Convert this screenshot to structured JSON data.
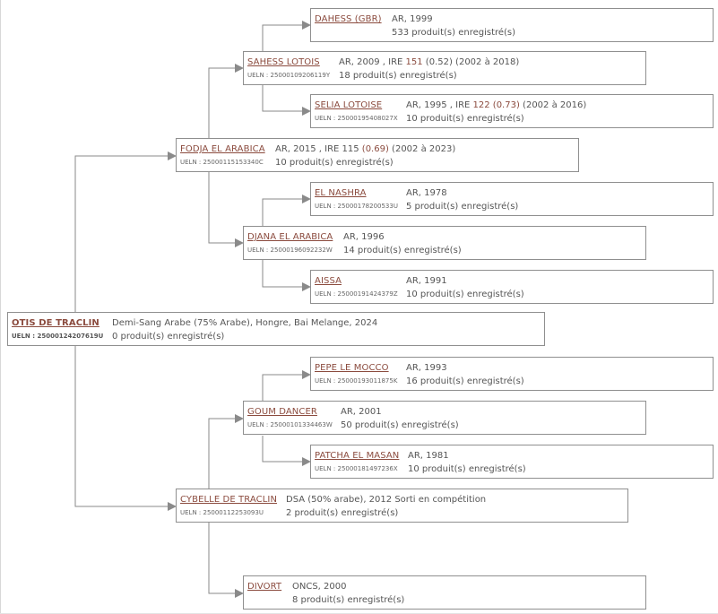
{
  "root": {
    "name": "OTIS DE TRACLIN",
    "ueln": "UELN : 25000124207619U",
    "info": "Demi-Sang Arabe (75% Arabe), Hongre, Bai Melange, 2024",
    "products": "0 produit(s) enregistré(s)"
  },
  "sire": {
    "name": "FODJA EL ARABICA",
    "ueln": "UELN : 25000115153340C",
    "info_pre": "AR, 2015 , IRE 115 ",
    "info_ire": "(0.69)",
    "info_post": " (2002 à 2023)",
    "products": "10 produit(s) enregistré(s)"
  },
  "sire_sire": {
    "name": "SAHESS LOTOIS",
    "ueln": "UELN : 25000109206119Y",
    "info_pre": "AR, 2009 , IRE ",
    "info_ire": "151",
    "info_post": " (0.52) (2002 à 2018)",
    "products": "18 produit(s) enregistré(s)"
  },
  "sire_sire_sire": {
    "name": "DAHESS (GBR)",
    "ueln": "",
    "info": "AR, 1999",
    "products": "533 produit(s) enregistré(s)"
  },
  "sire_sire_dam": {
    "name": "SELIA LOTOISE",
    "ueln": "UELN : 25000195408027X",
    "info_pre": "AR, 1995 , IRE ",
    "info_ire": "122 (0.73)",
    "info_post": " (2002 à 2016)",
    "products": "10 produit(s) enregistré(s)"
  },
  "sire_dam": {
    "name": "DJANA EL ARABICA",
    "ueln": "UELN : 25000196092232W",
    "info": "AR, 1996",
    "products": "14 produit(s) enregistré(s)"
  },
  "sire_dam_sire": {
    "name": "EL NASHRA",
    "ueln": "UELN : 25000178200533U",
    "info": "AR, 1978",
    "products": "5 produit(s) enregistré(s)"
  },
  "sire_dam_dam": {
    "name": "AISSA",
    "ueln": "UELN : 25000191424379Z",
    "info": "AR, 1991",
    "products": "10 produit(s) enregistré(s)"
  },
  "dam": {
    "name": "CYBELLE DE TRACLIN",
    "ueln": "UELN : 25000112253093U",
    "info": "DSA (50% arabe), 2012 Sorti en compétition",
    "products": "2 produit(s) enregistré(s)"
  },
  "dam_sire": {
    "name": "GOUM DANCER",
    "ueln": "UELN : 25000101334463W",
    "info": "AR, 2001",
    "products": "50 produit(s) enregistré(s)"
  },
  "dam_sire_sire": {
    "name": "PEPE LE MOCCO",
    "ueln": "UELN : 25000193011875K",
    "info": "AR, 1993",
    "products": "16 produit(s) enregistré(s)"
  },
  "dam_sire_dam": {
    "name": "PATCHA EL MASAN",
    "ueln": "UELN : 25000181497236X",
    "info": "AR, 1981",
    "products": "10 produit(s) enregistré(s)"
  },
  "dam_dam": {
    "name": "DIVORT",
    "ueln": "",
    "info": "ONCS, 2000",
    "products": "8 produit(s) enregistré(s)"
  },
  "colors": {
    "name_link": "#8b4b3e",
    "box_border": "#8f8f8f",
    "connector": "#8a8a8a"
  }
}
